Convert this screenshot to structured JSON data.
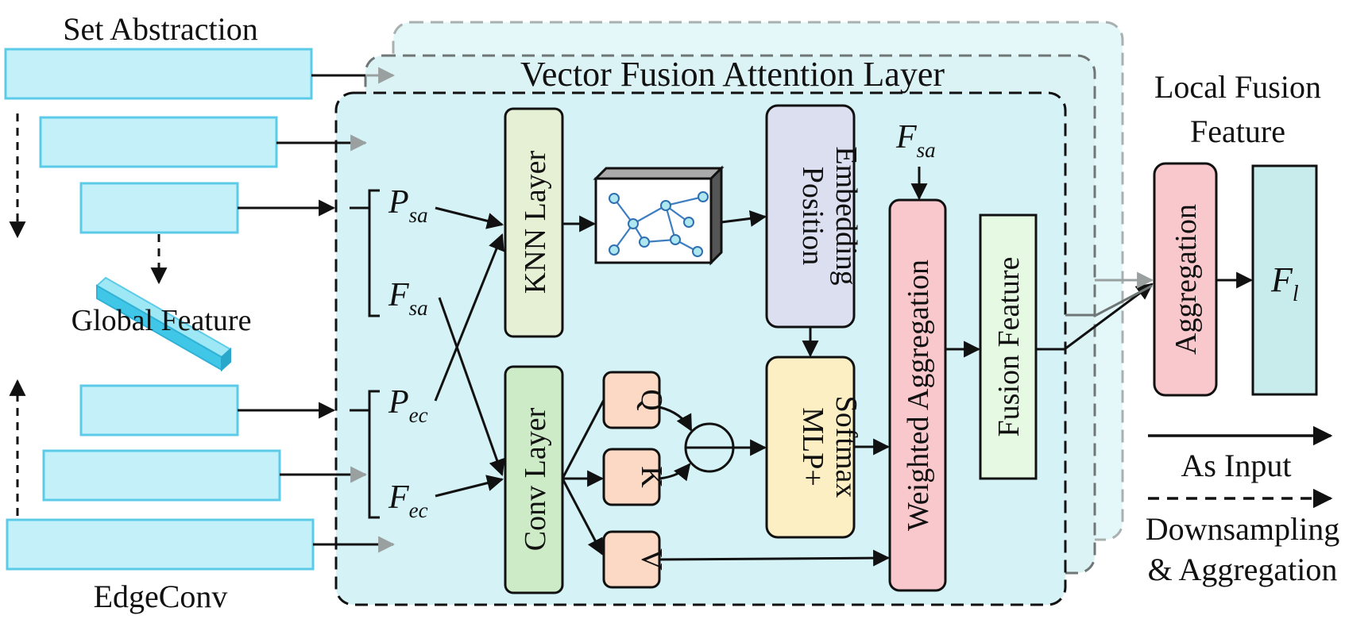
{
  "titles": {
    "set_abstraction": "Set Abstraction",
    "edgeconv": "EdgeConv",
    "layer_title": "Vector Fusion Attention Layer",
    "global_feature": "Global Feature",
    "local_fusion_line1": "Local Fusion",
    "local_fusion_line2": "Feature"
  },
  "inputs": {
    "p_sa": {
      "main": "P",
      "sub": "sa"
    },
    "f_sa": {
      "main": "F",
      "sub": "sa"
    },
    "p_ec": {
      "main": "P",
      "sub": "ec"
    },
    "f_ec": {
      "main": "F",
      "sub": "ec"
    },
    "f_sa_top": {
      "main": "F",
      "sub": "sa"
    },
    "f_l": {
      "main": "F",
      "sub": "l"
    }
  },
  "blocks": {
    "knn_layer": "KNN Layer",
    "conv_layer": "Conv Layer",
    "position_line1": "Position",
    "position_line2": "Embedding",
    "mlp_line1": "MLP+",
    "mlp_line2": "Softmax",
    "weighted_aggregation": "Weighted Aggregation",
    "fusion_feature": "Fusion Feature",
    "aggregation": "Aggregation",
    "q": "Q",
    "k": "K",
    "v": "V"
  },
  "legend": {
    "as_input": "As Input",
    "downsampling_line1": "Downsampling",
    "downsampling_line2": "& Aggregation"
  },
  "colors": {
    "feature_bar_fill": "#c4f0fa",
    "feature_bar_stroke": "#5ccbe8",
    "panel_fill": "#dff5f7",
    "knn_fill": "#e6f0d4",
    "conv_fill": "#cdebc6",
    "position_fill": "#dcdff0",
    "mlp_fill": "#fcefc4",
    "weighted_fill": "#f8c8cc",
    "fusion_fill": "#e6f9e2",
    "qkv_fill": "#fbd9c4",
    "aggregation_fill": "#f8c8cc",
    "fl_fill": "#c8ecec"
  }
}
